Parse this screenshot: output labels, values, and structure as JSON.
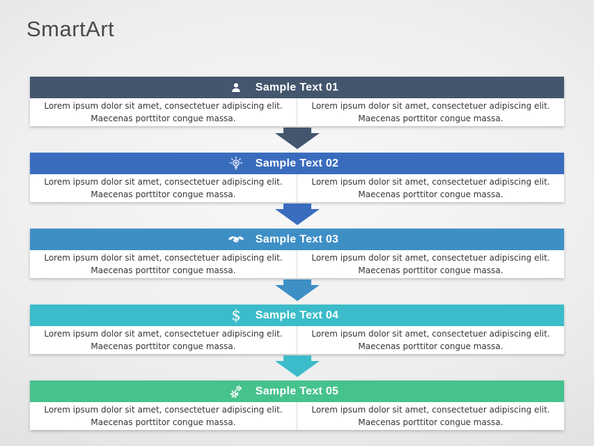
{
  "page": {
    "title": "SmartArt"
  },
  "rows": [
    {
      "title": "Sample Text 01",
      "icon": "person-icon",
      "color": "#44566e",
      "cells": {
        "left": "Lorem ipsum dolor sit amet, consectetuer adipiscing elit.\nMaecenas porttitor congue massa.",
        "right": "Lorem ipsum dolor sit amet, consectetuer adipiscing elit.\nMaecenas porttitor congue massa."
      }
    },
    {
      "title": "Sample Text 02",
      "icon": "lightbulb-icon",
      "color": "#3a6cbe",
      "cells": {
        "left": "Lorem ipsum dolor sit amet, consectetuer adipiscing elit.\nMaecenas porttitor congue massa.",
        "right": "Lorem ipsum dolor sit amet, consectetuer adipiscing elit.\nMaecenas porttitor congue massa."
      }
    },
    {
      "title": "Sample Text 03",
      "icon": "handshake-icon",
      "color": "#3e8fc6",
      "cells": {
        "left": "Lorem ipsum dolor sit amet, consectetuer adipiscing elit.\nMaecenas porttitor congue massa.",
        "right": "Lorem ipsum dolor sit amet, consectetuer adipiscing elit.\nMaecenas porttitor congue massa."
      }
    },
    {
      "title": "Sample Text 04",
      "icon": "dollar-icon",
      "color": "#3cbcca",
      "cells": {
        "left": "Lorem ipsum dolor sit amet, consectetuer adipiscing elit.\nMaecenas porttitor congue massa.",
        "right": "Lorem ipsum dolor sit amet, consectetuer adipiscing elit.\nMaecenas porttitor congue massa."
      }
    },
    {
      "title": "Sample Text 05",
      "icon": "gears-icon",
      "color": "#46c28d",
      "cells": {
        "left": "Lorem ipsum dolor sit amet, consectetuer adipiscing elit.\nMaecenas porttitor congue massa.",
        "right": "Lorem ipsum dolor sit amet, consectetuer adipiscing elit.\nMaecenas porttitor congue massa."
      }
    }
  ],
  "arrows": [
    {
      "color": "#44566e"
    },
    {
      "color": "#3a6cbe"
    },
    {
      "color": "#3e8fc6"
    },
    {
      "color": "#3cbcca"
    }
  ],
  "dollar_glyph": "$"
}
